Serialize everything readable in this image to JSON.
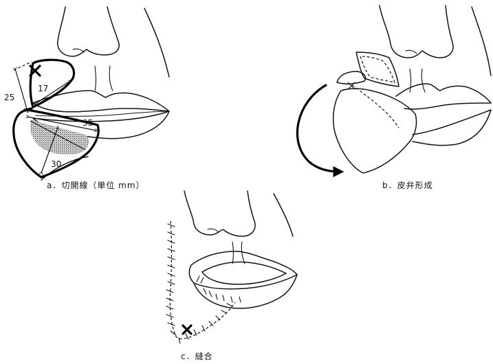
{
  "panel_a": {
    "caption": "a．切開線（単位 mm）",
    "dim_25": "25",
    "dim_17": "17",
    "dim_35": "35",
    "dim_30": "30"
  },
  "panel_b": {
    "caption": "b．皮弁形成"
  },
  "panel_c": {
    "caption": "c．縫合"
  },
  "colors": {
    "line": "#111111",
    "shading": "#777777",
    "background": "#ffffff"
  }
}
